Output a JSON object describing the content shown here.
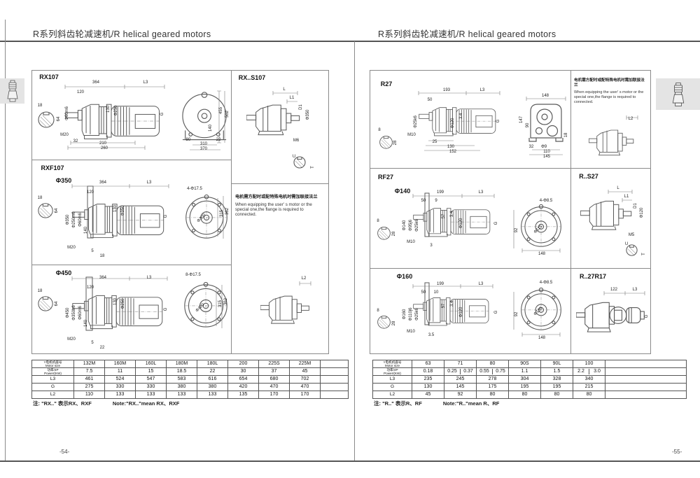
{
  "header": {
    "title": "R系列斜齿轮减速机/R helical geared motors"
  },
  "footer": {
    "page_left": "-54-",
    "page_right": "-55-"
  },
  "flange_note": {
    "cn": "电机需方配时或配特殊电机时需加联接法兰",
    "en": "When equipping the user' s motor or the special one,the flange is required to connected."
  },
  "table_notes": {
    "left_cn": "注: \"RX..\" 表示RX、RXF",
    "left_en": "Note:\"RX..\"mean RX、RXF",
    "right_cn": "注: \"R..\" 表示R、RF",
    "right_en": "Note:\"R..\"mean R、RF"
  },
  "tables": {
    "left": {
      "rows": [
        {
          "h": [
            "Y电机机座号",
            "Motor size"
          ],
          "cells": [
            "132M",
            "160M",
            "160L",
            "180M",
            "180L",
            "200",
            "225S",
            "225M",
            ""
          ]
        },
        {
          "h": [
            "功率/4P",
            "Power/(KW)"
          ],
          "cells": [
            "7.5",
            "11",
            "15",
            "18.5",
            "22",
            "30",
            "37",
            "45",
            ""
          ]
        },
        {
          "h": "L3",
          "cells": [
            "461",
            "524",
            "547",
            "583",
            "616",
            "654",
            "680",
            "702",
            ""
          ]
        },
        {
          "h": "G",
          "cells": [
            "275",
            "330",
            "330",
            "380",
            "380",
            "420",
            "470",
            "470",
            ""
          ]
        },
        {
          "h": "L2",
          "cells": [
            "110",
            "133",
            "133",
            "133",
            "133",
            "135",
            "170",
            "170",
            ""
          ]
        }
      ]
    },
    "right": {
      "rows": [
        {
          "h": [
            "Y电机机座号",
            "Motor size"
          ],
          "cells": [
            "63",
            "71",
            "80",
            "90S",
            "90L",
            "100",
            ""
          ]
        },
        {
          "h": [
            "功率/4P",
            "Power/(KW)"
          ],
          "cells": [
            "0.18",
            [
              "0.25",
              "0.37"
            ],
            [
              "0.55",
              "0.75"
            ],
            "1.1",
            "1.5",
            [
              "2.2",
              "3.0"
            ],
            ""
          ]
        },
        {
          "h": "L3",
          "cells": [
            "235",
            "245",
            "278",
            "304",
            "328",
            "340",
            ""
          ]
        },
        {
          "h": "G",
          "cells": [
            "130",
            "145",
            "175",
            "195",
            "195",
            "215",
            ""
          ]
        },
        {
          "h": "L2",
          "cells": [
            "45",
            "92",
            "80",
            "80",
            "80",
            "80",
            ""
          ]
        }
      ]
    }
  },
  "drawings": {
    "rx107": [
      [
        "RX107",
        25,
        10,
        0,
        "t"
      ],
      [
        "364",
        92,
        18
      ],
      [
        "L3",
        163,
        18
      ],
      [
        "120",
        70,
        32
      ],
      [
        "Φ60m6",
        51,
        62,
        -90
      ],
      [
        "130",
        110,
        56,
        -90
      ],
      [
        "Φ250",
        121,
        58,
        -90
      ],
      [
        "G",
        187,
        63,
        -90
      ],
      [
        "M20",
        47,
        93
      ],
      [
        "32",
        63,
        102
      ],
      [
        "210",
        102,
        105
      ],
      [
        "260",
        104,
        112
      ],
      [
        "18",
        12,
        51
      ],
      [
        "64",
        39,
        70,
        -90
      ],
      [
        "502",
        280,
        63,
        -90
      ],
      [
        "455",
        271,
        58,
        -90
      ],
      [
        "140",
        256,
        83,
        -90
      ],
      [
        "80",
        224,
        100
      ],
      [
        "22",
        267,
        100
      ],
      [
        "310",
        246,
        106
      ],
      [
        "370",
        246,
        113
      ]
    ],
    "rxs107": [
      [
        "RX..S107",
        30,
        11,
        0,
        "t"
      ],
      [
        "L",
        76,
        28
      ],
      [
        "L1",
        87,
        40
      ],
      [
        "D1",
        100,
        53,
        -90
      ],
      [
        "Φ350",
        110,
        64,
        -90
      ],
      [
        "M6",
        93,
        101
      ],
      [
        "U",
        90,
        124
      ],
      [
        "T",
        117,
        139,
        -90
      ]
    ],
    "note_left": [
      [
        "L2",
        104,
        136
      ]
    ],
    "rxf350": [
      [
        "RXF107",
        30,
        12,
        0,
        "t"
      ],
      [
        "Φ350",
        46,
        30,
        0,
        "t"
      ],
      [
        "364",
        102,
        33
      ],
      [
        "L3",
        168,
        33
      ],
      [
        "120",
        84,
        47
      ],
      [
        "Φ350",
        52,
        86,
        -90
      ],
      [
        "Φ250m6",
        61,
        86,
        -90
      ],
      [
        "Φ60m6",
        70,
        86,
        -90
      ],
      [
        "130",
        120,
        70,
        -90
      ],
      [
        "Φ350",
        131,
        73,
        -90
      ],
      [
        "140",
        78,
        101,
        -90
      ],
      [
        "G",
        192,
        81,
        -90
      ],
      [
        "M20",
        57,
        126
      ],
      [
        "5",
        87,
        131
      ],
      [
        "18",
        101,
        138
      ],
      [
        "18",
        12,
        55
      ],
      [
        "64",
        36,
        73,
        -90
      ],
      [
        "4-Φ17.5",
        233,
        42
      ],
      [
        "315",
        272,
        77,
        -90
      ],
      [
        "362",
        280,
        74,
        -90
      ],
      [
        "Φ300",
        243,
        84,
        -45
      ]
    ],
    "rx450": [
      [
        "Φ450",
        46,
        12,
        0,
        "t"
      ],
      [
        "364",
        102,
        19
      ],
      [
        "L3",
        168,
        19
      ],
      [
        "120",
        84,
        33
      ],
      [
        "Φ450",
        52,
        69,
        -90
      ],
      [
        "Φ350h6",
        61,
        69,
        -90
      ],
      [
        "Φ60m6",
        70,
        69,
        -90
      ],
      [
        "130",
        120,
        53,
        -90
      ],
      [
        "Φ250",
        131,
        56,
        -90
      ],
      [
        "140",
        78,
        84,
        -90
      ],
      [
        "G",
        192,
        64,
        -90
      ],
      [
        "M20",
        57,
        107
      ],
      [
        "5",
        87,
        112
      ],
      [
        "22",
        101,
        119
      ],
      [
        "18",
        12,
        38
      ],
      [
        "64",
        36,
        56,
        -90
      ],
      [
        "8-Φ17.5",
        231,
        15
      ],
      [
        "315",
        270,
        56,
        -90
      ],
      [
        "362",
        278,
        53,
        -90
      ],
      [
        "Φ400",
        241,
        62,
        -45
      ]
    ],
    "r27": [
      [
        "R27",
        24,
        20,
        0,
        "t"
      ],
      [
        "193",
        110,
        29
      ],
      [
        "L3",
        161,
        29
      ],
      [
        "50",
        86,
        43
      ],
      [
        "Φ25k6",
        66,
        74,
        -90
      ],
      [
        "Φ120",
        119,
        76,
        -90
      ],
      [
        "3.4",
        131,
        66,
        -90
      ],
      [
        "G",
        184,
        73,
        -90
      ],
      [
        "M10",
        60,
        93
      ],
      [
        "25",
        93,
        103
      ],
      [
        "130",
        116,
        110
      ],
      [
        "152",
        119,
        117
      ],
      [
        "8",
        14,
        86
      ],
      [
        "28",
        37,
        104,
        -90
      ],
      [
        "148",
        251,
        37
      ],
      [
        "147",
        217,
        71,
        -90
      ],
      [
        "90",
        226,
        79,
        -90
      ],
      [
        "32",
        231,
        110
      ],
      [
        "Φ9",
        249,
        110
      ],
      [
        "18",
        281,
        93,
        -90
      ],
      [
        "110",
        253,
        117
      ],
      [
        "145",
        253,
        124
      ]
    ],
    "note_right": [
      [
        "L2",
        86,
        70
      ]
    ],
    "rf140": [
      [
        "RF27",
        23,
        13,
        0,
        "t"
      ],
      [
        "Φ140",
        47,
        33,
        0,
        "t"
      ],
      [
        "199",
        101,
        35
      ],
      [
        "L3",
        159,
        35
      ],
      [
        "50",
        77,
        47
      ],
      [
        "9",
        95,
        47
      ],
      [
        "Φ140",
        50,
        82,
        -90
      ],
      [
        "Φ95j6",
        59,
        82,
        -90
      ],
      [
        "Φ25k6",
        68,
        82,
        -90
      ],
      [
        "57",
        106,
        69,
        -90
      ],
      [
        "3.4",
        118,
        66,
        -90
      ],
      [
        "Φ120",
        131,
        79,
        -90
      ],
      [
        "G",
        181,
        79,
        -90
      ],
      [
        "M10",
        59,
        106
      ],
      [
        "3",
        88,
        111
      ],
      [
        "8",
        12,
        76
      ],
      [
        "28",
        35,
        94,
        -90
      ],
      [
        "4-Φ8.5",
        252,
        47
      ],
      [
        "Φ115",
        241,
        88,
        -45
      ],
      [
        "92",
        210,
        89,
        -90
      ],
      [
        "148",
        246,
        123
      ]
    ],
    "rs27": [
      [
        "R..S27",
        26,
        12,
        0,
        "t"
      ],
      [
        "L",
        68,
        29
      ],
      [
        "L1",
        80,
        41
      ],
      [
        "D1",
        93,
        54,
        -90
      ],
      [
        "Φ120",
        102,
        64,
        -90
      ],
      [
        "M5",
        87,
        96
      ],
      [
        "U",
        80,
        109
      ],
      [
        "T",
        105,
        123,
        -90
      ]
    ],
    "r160": [
      [
        "Φ160",
        50,
        12,
        0,
        "t"
      ],
      [
        "199",
        101,
        23
      ],
      [
        "L3",
        159,
        23
      ],
      [
        "50",
        77,
        35
      ],
      [
        "10",
        95,
        35
      ],
      [
        "Φ160",
        50,
        66,
        -90
      ],
      [
        "Φ110j6",
        59,
        66,
        -90
      ],
      [
        "Φ25k6",
        68,
        66,
        -90
      ],
      [
        "57",
        106,
        54,
        -90
      ],
      [
        "3.4",
        118,
        51,
        -90
      ],
      [
        "Φ120",
        131,
        63,
        -90
      ],
      [
        "G",
        181,
        63,
        -90
      ],
      [
        "M10",
        59,
        91
      ],
      [
        "3.5",
        88,
        96
      ],
      [
        "8",
        12,
        61
      ],
      [
        "28",
        35,
        79,
        -90
      ],
      [
        "4-Φ8.5",
        252,
        21
      ],
      [
        "Φ130",
        241,
        62,
        -45
      ],
      [
        "92",
        210,
        66,
        -90
      ],
      [
        "148",
        246,
        100
      ]
    ],
    "r27r17": [
      [
        "R..27R17",
        32,
        12,
        0,
        "t"
      ],
      [
        "122",
        62,
        31
      ],
      [
        "L3",
        92,
        31
      ],
      [
        "G",
        109,
        69,
        -90
      ]
    ]
  }
}
